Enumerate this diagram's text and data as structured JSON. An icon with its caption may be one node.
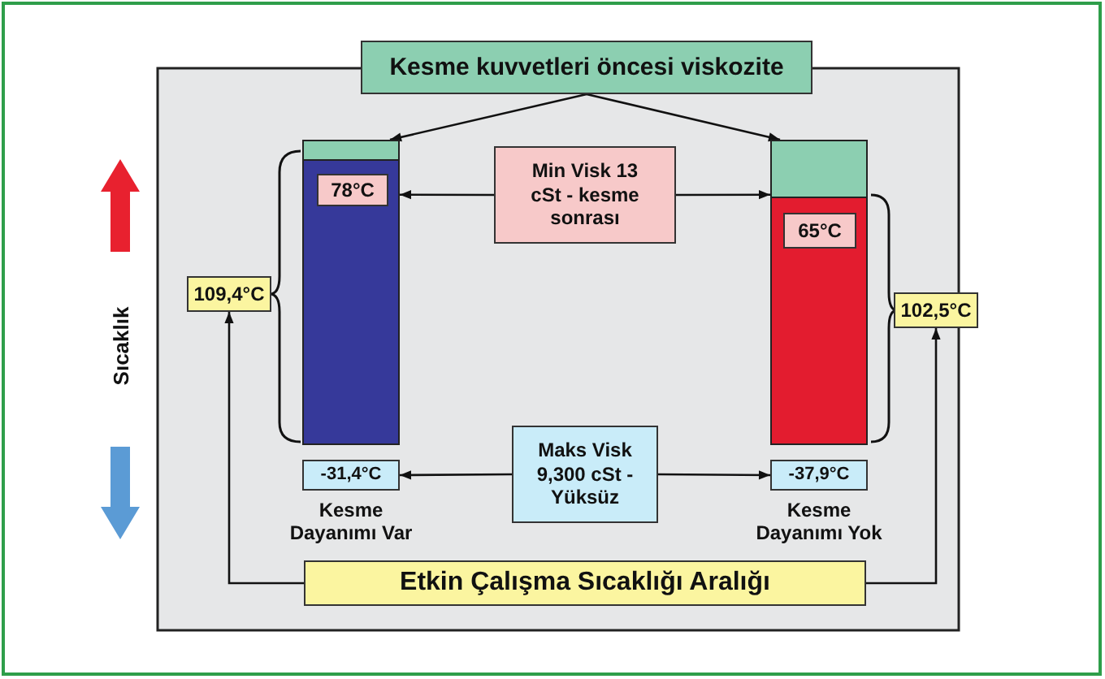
{
  "diagram": {
    "nodes": [
      {
        "text": [
          "Kesme kuvvetleri öncesi viskozite"
        ]
      },
      {
        "text": [],
        "shape": "bar"
      },
      {
        "text": [
          "78°C"
        ],
        "in": 1
      },
      {
        "text": [],
        "shape": "bar"
      },
      {
        "text": [
          "65°C"
        ],
        "in": 3
      },
      {
        "text": [
          "Min Visk 13 cSt - kesme sonrası"
        ]
      },
      {
        "text": [
          "109,4°C"
        ]
      },
      {
        "text": [
          "102,5°C"
        ]
      },
      {
        "text": [
          "-31,4°C"
        ]
      },
      {
        "text": [
          "Maks Visk 9,300 cSt - Yüksüz"
        ]
      },
      {
        "text": [
          "-37,9°C"
        ]
      },
      {
        "text": [
          "Etkin Çalışma Sıcaklığı Aralığı"
        ]
      }
    ],
    "edges": [
      {
        "from": 0,
        "to": 1,
        "arrow": "to"
      },
      {
        "from": 0,
        "to": 3,
        "arrow": "to"
      },
      {
        "from": 5,
        "to": 1,
        "arrow": "to"
      },
      {
        "from": 5,
        "to": 3,
        "arrow": "to"
      },
      {
        "from": 9,
        "to": 8,
        "arrow": "to"
      },
      {
        "from": 9,
        "to": 10,
        "arrow": "to"
      },
      {
        "from": 11,
        "to": 6,
        "arrow": "to"
      },
      {
        "from": 11,
        "to": 7,
        "arrow": "to"
      }
    ],
    "labels": [
      "Sıcaklık",
      "Kesme Dayanımı Var",
      "Kesme Dayanımı Yok"
    ]
  }
}
